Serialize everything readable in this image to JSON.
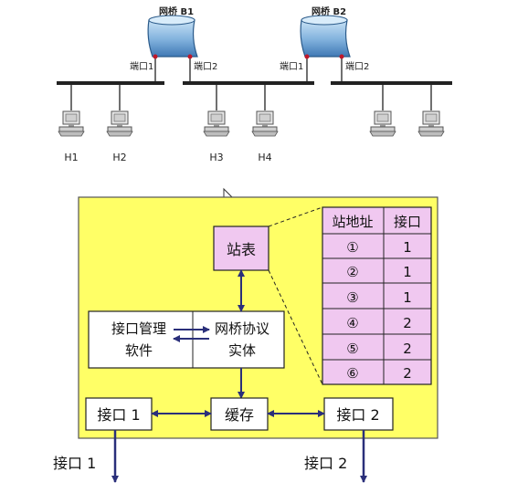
{
  "network": {
    "bridges": [
      {
        "label": "网桥 B1",
        "port1": "端口1",
        "port2": "端口2"
      },
      {
        "label": "网桥 B2",
        "port1": "端口1",
        "port2": "端口2"
      }
    ],
    "hosts": [
      "H1",
      "H2",
      "H3",
      "H4"
    ]
  },
  "bridge_internals": {
    "station_table": "站表",
    "mgmt_software_line1": "接口管理",
    "mgmt_software_line2": "软件",
    "protocol_entity_line1": "网桥协议",
    "protocol_entity_line2": "实体",
    "buffer": "缓存",
    "interface1": "接口 1",
    "interface2": "接口 2",
    "external_interface1": "接口 1",
    "external_interface2": "接口 2"
  },
  "address_table": {
    "headers": [
      "站地址",
      "接口"
    ],
    "rows": [
      [
        "①",
        "1"
      ],
      [
        "②",
        "1"
      ],
      [
        "③",
        "1"
      ],
      [
        "④",
        "2"
      ],
      [
        "⑤",
        "2"
      ],
      [
        "⑥",
        "2"
      ]
    ]
  },
  "colors": {
    "panel_fill": "#ffff66",
    "pink_fill": "#f0c8f0",
    "arrow": "#2a2f7a",
    "bridge_blue": "#7fb0dc"
  }
}
